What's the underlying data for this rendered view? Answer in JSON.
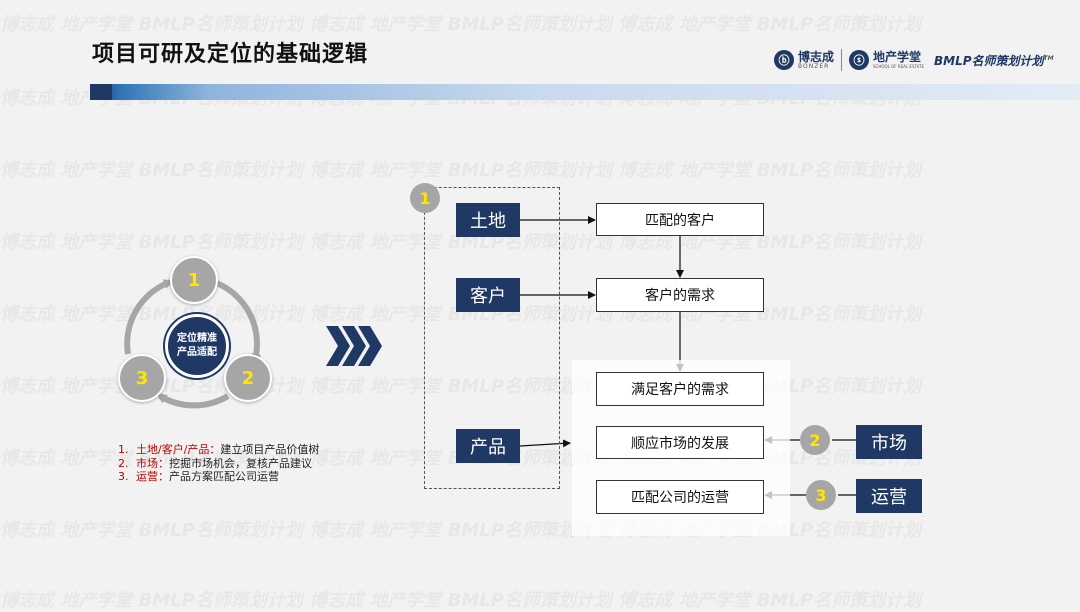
{
  "title": "项目可研及定位的基础逻辑",
  "logos": {
    "brand1": "博志成",
    "brand1_sub": "BONZER",
    "brand2": "地产学堂",
    "brand2_sub": "SCHOOL OF REAL ESTATE",
    "brand3": "BMLP名师策划计划",
    "brand3_tm": "TM"
  },
  "watermark": "博志成  地产学堂  BMLP名师策划计划   博志成  地产学堂  BMLP名师策划计划   博志成  地产学堂  BMLP名师策划计划",
  "cycle": {
    "center_line1": "定位精准",
    "center_line2": "产品适配",
    "n1": "1",
    "n2": "2",
    "n3": "3"
  },
  "legend": [
    {
      "num": "1.",
      "key": "土地/客户/产品：",
      "value": "建立项目产品价值树"
    },
    {
      "num": "2.",
      "key": "市场：",
      "value": "挖掘市场机会，复核产品建议"
    },
    {
      "num": "3.",
      "key": "运营：",
      "value": "产品方案匹配公司运营"
    }
  ],
  "flow": {
    "badge1": "1",
    "badge2": "2",
    "badge3": "3",
    "land": "土地",
    "customer": "客户",
    "product": "产品",
    "market": "市场",
    "operation": "运营",
    "match_customer": "匹配的客户",
    "customer_needs": "客户的需求",
    "meet_needs": "满足客户的需求",
    "market_trend": "顺应市场的发展",
    "match_operation": "匹配公司的运营"
  },
  "colors": {
    "navy": "#1f3864",
    "badge": "#a6a6a6",
    "badge_text": "#ffe600",
    "legend_key": "#c00000"
  }
}
